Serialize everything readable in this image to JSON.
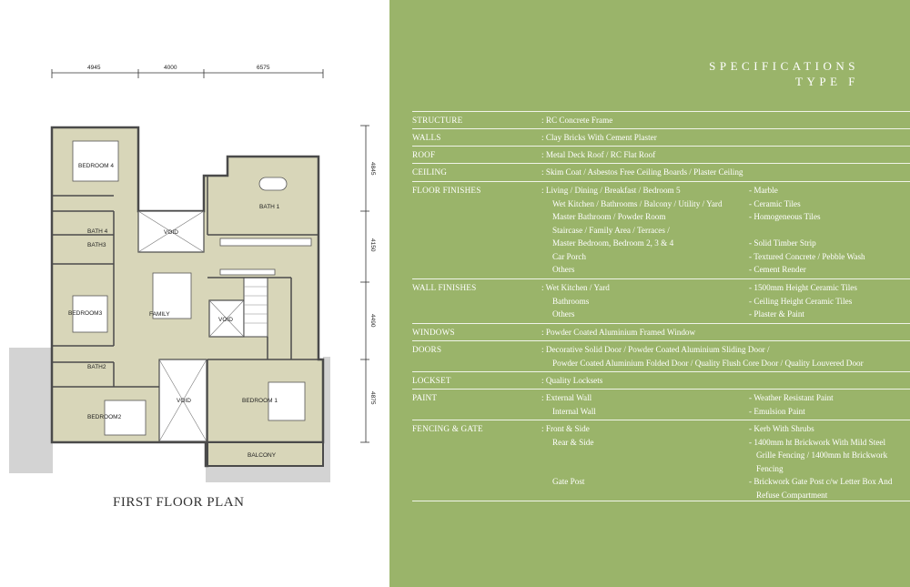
{
  "floorplan": {
    "title": "FIRST FLOOR PLAN",
    "dims_top": [
      "4945",
      "4000",
      "6575"
    ],
    "dims_right": [
      "4845",
      "4150",
      "4490",
      "4875"
    ],
    "rooms": {
      "bedroom4": "BEDROOM 4",
      "bath1": "BATH 1",
      "bath4": "BATH 4",
      "bath3": "BATH3",
      "void1": "VOID",
      "bedroom3": "BEDROOM3",
      "family": "FAMILY",
      "void2": "VOID",
      "bath2": "BATH2",
      "bedroom2": "BEDROOM2",
      "void3": "VOID",
      "bedroom1": "BEDROOM 1",
      "balcony": "BALCONY"
    },
    "colors": {
      "room_fill": "#d8d6b9",
      "wall": "#555555",
      "terrace": "#d3d3d3"
    }
  },
  "specs": {
    "title_line1": "SPECIFICATIONS",
    "title_line2": "TYPE F",
    "rows": [
      {
        "label": "STRUCTURE",
        "items": [
          ": RC Concrete Frame"
        ]
      },
      {
        "label": "WALLS",
        "items": [
          ": Clay Bricks With Cement Plaster"
        ]
      },
      {
        "label": "ROOF",
        "items": [
          ": Metal Deck Roof / RC Flat Roof"
        ]
      },
      {
        "label": "CEILING",
        "items": [
          ": Skim Coat / Asbestos Free Ceiling Boards / Plaster Ceiling"
        ]
      },
      {
        "label": "FLOOR FINISHES",
        "items": [
          ": Living / Dining / Breakfast / Bedroom 5",
          "Wet Kitchen / Bathrooms / Balcony / Utility / Yard",
          "Master Bathroom / Powder Room",
          "Staircase / Family Area / Terraces /",
          "Master Bedroom, Bedroom 2, 3 & 4",
          "Car Porch",
          "Others"
        ],
        "values": [
          "- Marble",
          "- Ceramic Tiles",
          "- Homogeneous Tiles",
          "",
          "- Solid Timber Strip",
          "- Textured Concrete / Pebble Wash",
          "- Cement Render"
        ]
      },
      {
        "label": "WALL FINISHES",
        "items": [
          ": Wet Kitchen / Yard",
          "Bathrooms",
          "Others"
        ],
        "values": [
          "- 1500mm Height Ceramic Tiles",
          "- Ceiling Height Ceramic Tiles",
          "- Plaster & Paint"
        ]
      },
      {
        "label": "WINDOWS",
        "items": [
          ": Powder Coated Aluminium Framed Window"
        ]
      },
      {
        "label": "DOORS",
        "items": [
          ": Decorative Solid Door / Powder Coated Aluminium Sliding Door /",
          "Powder Coated Aluminium Folded Door / Quality Flush Core Door / Quality Louvered Door"
        ]
      },
      {
        "label": "LOCKSET",
        "items": [
          ": Quality Locksets"
        ]
      },
      {
        "label": "PAINT",
        "items": [
          ": External Wall",
          "Internal Wall"
        ],
        "values": [
          "- Weather Resistant Paint",
          "- Emulsion Paint"
        ]
      },
      {
        "label": "FENCING & GATE",
        "items": [
          ": Front & Side",
          "Rear & Side",
          "",
          "",
          "Gate Post"
        ],
        "values": [
          "- Kerb With Shrubs",
          "- 1400mm ht Brickwork With Mild Steel",
          "Grille Fencing / 1400mm ht Brickwork",
          "Fencing",
          "- Brickwork Gate Post c/w Letter Box And",
          "Refuse Compartment"
        ]
      }
    ]
  }
}
